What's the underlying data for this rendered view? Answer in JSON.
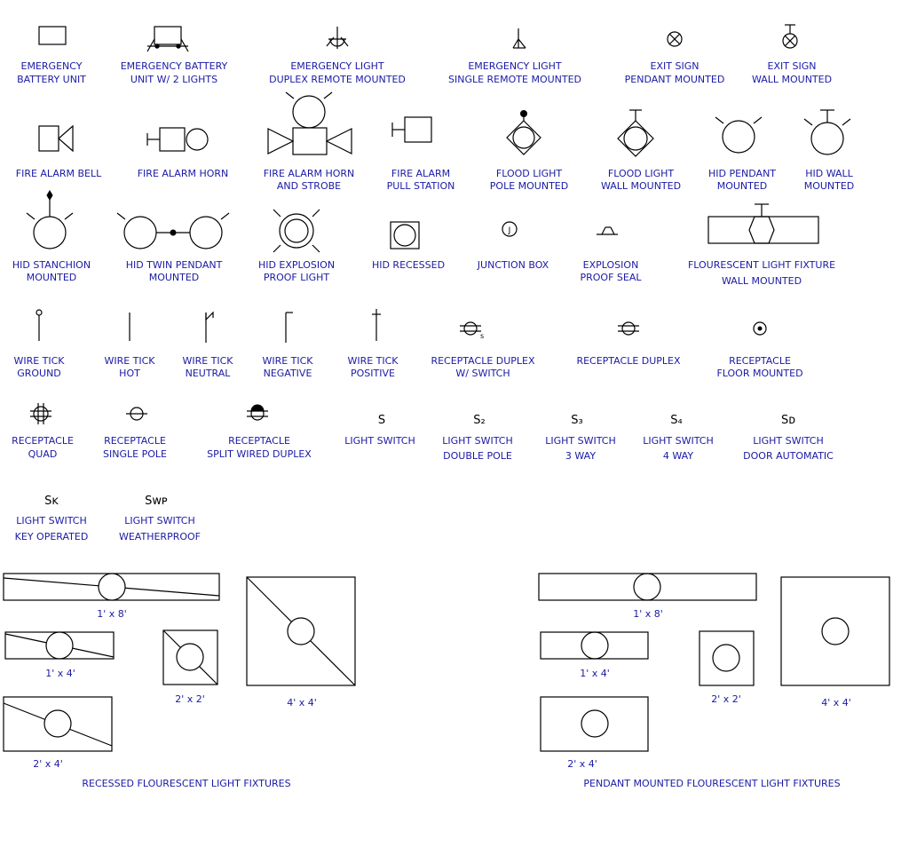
{
  "colors": {
    "label": "#1a1aa6",
    "linework": "#000000",
    "background": "#ffffff"
  },
  "labels": {
    "emergency_battery_unit": [
      "EMERGENCY",
      "BATTERY UNIT"
    ],
    "emergency_battery_2lights": [
      "EMERGENCY BATTERY",
      "UNIT W/ 2 LIGHTS"
    ],
    "emergency_light_duplex": [
      "EMERGENCY LIGHT",
      "DUPLEX REMOTE MOUNTED"
    ],
    "emergency_light_single": [
      "EMERGENCY LIGHT",
      "SINGLE REMOTE MOUNTED"
    ],
    "exit_sign_pendant": [
      "EXIT SIGN",
      "PENDANT MOUNTED"
    ],
    "exit_sign_wall": [
      "EXIT SIGN",
      "WALL MOUNTED"
    ],
    "fire_alarm_bell": [
      "FIRE ALARM BELL"
    ],
    "fire_alarm_horn": [
      "FIRE ALARM HORN"
    ],
    "fire_alarm_horn_strobe": [
      "FIRE ALARM HORN",
      "AND STROBE"
    ],
    "fire_alarm_pull_station": [
      "FIRE ALARM",
      "PULL STATION"
    ],
    "flood_light_pole": [
      "FLOOD LIGHT",
      "POLE MOUNTED"
    ],
    "flood_light_wall": [
      "FLOOD LIGHT",
      "WALL MOUNTED"
    ],
    "hid_pendant": [
      "HID PENDANT",
      "MOUNTED"
    ],
    "hid_wall": [
      "HID WALL",
      "MOUNTED"
    ],
    "hid_stanchion": [
      "HID STANCHION",
      "MOUNTED"
    ],
    "hid_twin_pendant": [
      "HID TWIN PENDANT",
      "MOUNTED"
    ],
    "hid_explosion_proof": [
      "HID EXPLOSION",
      "PROOF LIGHT"
    ],
    "hid_recessed": [
      "HID RECESSED"
    ],
    "junction_box": [
      "JUNCTION BOX"
    ],
    "explosion_proof_seal": [
      "EXPLOSION",
      "PROOF SEAL"
    ],
    "flourescent_wall": [
      "FLOURESCENT LIGHT FIXTURE",
      "WALL MOUNTED"
    ],
    "wire_tick_ground": [
      "WIRE TICK",
      "GROUND"
    ],
    "wire_tick_hot": [
      "WIRE TICK",
      "HOT"
    ],
    "wire_tick_neutral": [
      "WIRE TICK",
      "NEUTRAL"
    ],
    "wire_tick_negative": [
      "WIRE TICK",
      "NEGATIVE"
    ],
    "wire_tick_positive": [
      "WIRE TICK",
      "POSITIVE"
    ],
    "receptacle_duplex_switch": [
      "RECEPTACLE DUPLEX",
      "W/ SWITCH"
    ],
    "receptacle_duplex": [
      "RECEPTACLE DUPLEX"
    ],
    "receptacle_floor": [
      "RECEPTACLE",
      "FLOOR MOUNTED"
    ],
    "receptacle_quad": [
      "RECEPTACLE",
      "QUAD"
    ],
    "receptacle_single_pole": [
      "RECEPTACLE",
      "SINGLE POLE"
    ],
    "receptacle_split_wired": [
      "RECEPTACLE",
      "SPLIT WIRED DUPLEX"
    ],
    "light_switch": [
      "LIGHT SWITCH"
    ],
    "light_switch_double_pole": [
      "LIGHT SWITCH",
      "DOUBLE POLE"
    ],
    "light_switch_3way": [
      "LIGHT SWITCH",
      "3 WAY"
    ],
    "light_switch_4way": [
      "LIGHT SWITCH",
      "4 WAY"
    ],
    "light_switch_door": [
      "LIGHT SWITCH",
      "DOOR AUTOMATIC"
    ],
    "light_switch_key": [
      "LIGHT SWITCH",
      "KEY OPERATED"
    ],
    "light_switch_weatherproof": [
      "LIGHT SWITCH",
      "WEATHERPROOF"
    ]
  },
  "switch_symbols": {
    "s": "S",
    "s2": "S₂",
    "s3": "S₃",
    "s4": "S₄",
    "sd": "Sᴅ",
    "sk": "Sᴋ",
    "swp": "Sᴡᴘ"
  },
  "receptacle_switch_sub": "s",
  "junction_box_letter": "J",
  "recessed": {
    "size_1x8": "1' x 8'",
    "size_1x4": "1' x 4'",
    "size_2x2": "2' x 2'",
    "size_4x4": "4' x 4'",
    "size_2x4": "2' x 4'",
    "section_title": "RECESSED FLOURESCENT LIGHT FIXTURES"
  },
  "pendant": {
    "size_1x8": "1' x 8'",
    "size_1x4": "1' x 4'",
    "size_2x2": "2' x 2'",
    "size_4x4": "4' x 4'",
    "size_2x4": "2' x 4'",
    "section_title": "PENDANT MOUNTED FLOURESCENT LIGHT FIXTURES"
  }
}
